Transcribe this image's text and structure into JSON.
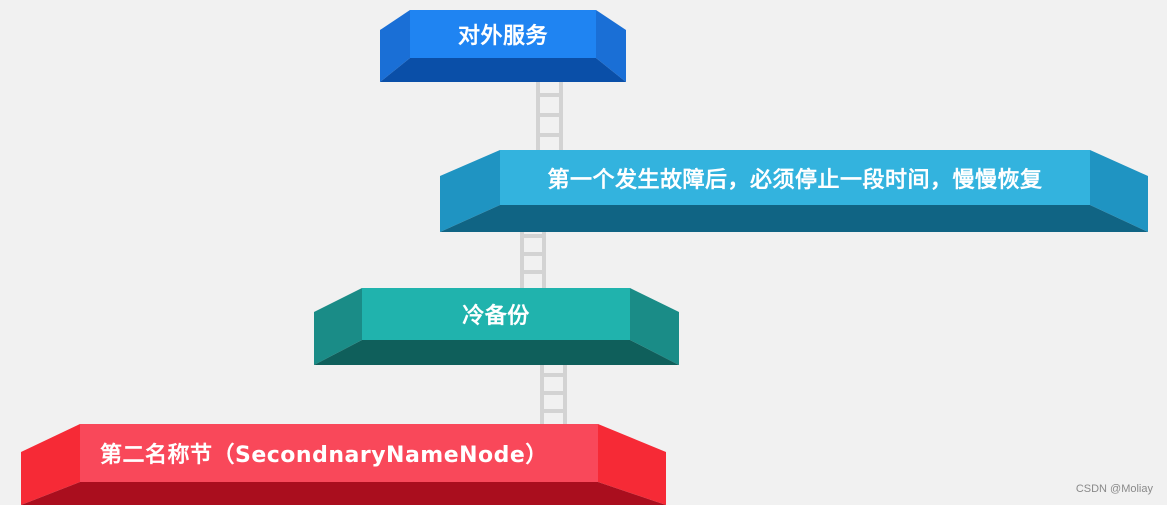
{
  "blocks": [
    {
      "id": "service",
      "label": "对外服务",
      "color": "#1f84f2"
    },
    {
      "id": "fault",
      "label": "第一个发生故障后，必须停止一段时间，慢慢恢复",
      "color": "#33b3de"
    },
    {
      "id": "cold",
      "label": "冷备份",
      "color": "#20b3ad"
    },
    {
      "id": "snn",
      "label": "第二名称节（SecondnaryNameNode）",
      "color": "#f9485a"
    }
  ],
  "watermark": "CSDN @Moliay"
}
